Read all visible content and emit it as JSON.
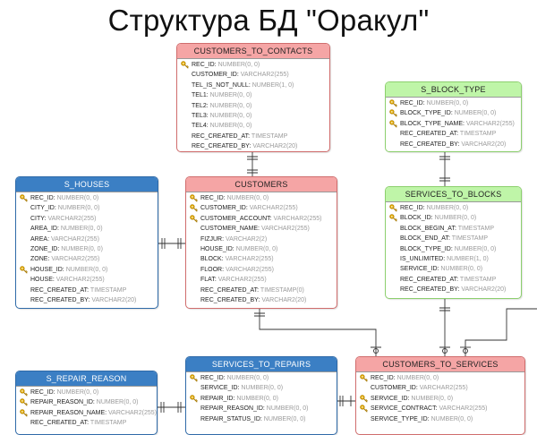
{
  "title": "Структура БД \"Оракул\"",
  "tables": [
    {
      "id": "customers_to_contacts",
      "name": "CUSTOMERS_TO_CONTACTS",
      "color": "pink",
      "columns": [
        {
          "name": "REC_ID",
          "type": "NUMBER(0, 0)",
          "pk": true
        },
        {
          "name": "CUSTOMER_ID",
          "type": "VARCHAR2(255)",
          "pk": false
        },
        {
          "name": "TEL_IS_NOT_NULL",
          "type": "NUMBER(1, 0)",
          "pk": false
        },
        {
          "name": "TEL1",
          "type": "NUMBER(0, 0)",
          "pk": false
        },
        {
          "name": "TEL2",
          "type": "NUMBER(0, 0)",
          "pk": false
        },
        {
          "name": "TEL3",
          "type": "NUMBER(0, 0)",
          "pk": false
        },
        {
          "name": "TEL4",
          "type": "NUMBER(0, 0)",
          "pk": false
        },
        {
          "name": "REC_CREATED_AT",
          "type": "TIMESTAMP",
          "pk": false
        },
        {
          "name": "REC_CREATED_BY",
          "type": "VARCHAR2(20)",
          "pk": false
        }
      ]
    },
    {
      "id": "s_block_type",
      "name": "S_BLOCK_TYPE",
      "color": "green",
      "columns": [
        {
          "name": "REC_ID",
          "type": "NUMBER(0, 0)",
          "pk": true
        },
        {
          "name": "BLOCK_TYPE_ID",
          "type": "NUMBER(0, 0)",
          "pk": true
        },
        {
          "name": "BLOCK_TYPE_NAME",
          "type": "VARCHAR2(255)",
          "pk": true
        },
        {
          "name": "REC_CREATED_AT",
          "type": "TIMESTAMP",
          "pk": false
        },
        {
          "name": "REC_CREATED_BY",
          "type": "VARCHAR2(20)",
          "pk": false
        }
      ]
    },
    {
      "id": "s_houses",
      "name": "S_HOUSES",
      "color": "blue",
      "columns": [
        {
          "name": "REC_ID",
          "type": "NUMBER(0, 0)",
          "pk": true
        },
        {
          "name": "CITY_ID",
          "type": "NUMBER(0, 0)",
          "pk": false
        },
        {
          "name": "CITY",
          "type": "VARCHAR2(255)",
          "pk": false
        },
        {
          "name": "AREA_ID",
          "type": "NUMBER(0, 0)",
          "pk": false
        },
        {
          "name": "AREA",
          "type": "VARCHAR2(255)",
          "pk": false
        },
        {
          "name": "ZONE_ID",
          "type": "NUMBER(0, 0)",
          "pk": false
        },
        {
          "name": "ZONE",
          "type": "VARCHAR2(255)",
          "pk": false
        },
        {
          "name": "HOUSE_ID",
          "type": "NUMBER(0, 0)",
          "pk": true
        },
        {
          "name": "HOUSE",
          "type": "VARCHAR2(255)",
          "pk": false
        },
        {
          "name": "REC_CREATED_AT",
          "type": "TIMESTAMP",
          "pk": false
        },
        {
          "name": "REC_CREATED_BY",
          "type": "VARCHAR2(20)",
          "pk": false
        }
      ]
    },
    {
      "id": "customers",
      "name": "CUSTOMERS",
      "color": "pink",
      "columns": [
        {
          "name": "REC_ID",
          "type": "NUMBER(0, 0)",
          "pk": true
        },
        {
          "name": "CUSTOMER_ID",
          "type": "VARCHAR2(255)",
          "pk": true
        },
        {
          "name": "CUSTOMER_ACCOUNT",
          "type": "VARCHAR2(255)",
          "pk": true
        },
        {
          "name": "CUSTOMER_NAME",
          "type": "VARCHAR2(255)",
          "pk": false
        },
        {
          "name": "FIZJUR",
          "type": "VARCHAR2(2)",
          "pk": false
        },
        {
          "name": "HOUSE_ID",
          "type": "NUMBER(0, 0)",
          "pk": false
        },
        {
          "name": "BLOCK",
          "type": "VARCHAR2(255)",
          "pk": false
        },
        {
          "name": "FLOOR",
          "type": "VARCHAR2(255)",
          "pk": false
        },
        {
          "name": "FLAT",
          "type": "VARCHAR2(255)",
          "pk": false
        },
        {
          "name": "REC_CREATED_AT",
          "type": "TIMESTAMP(0)",
          "pk": false
        },
        {
          "name": "REC_CREATED_BY",
          "type": "VARCHAR2(20)",
          "pk": false
        }
      ]
    },
    {
      "id": "services_to_blocks",
      "name": "SERVICES_TO_BLOCKS",
      "color": "green",
      "columns": [
        {
          "name": "REC_ID",
          "type": "NUMBER(0, 0)",
          "pk": true
        },
        {
          "name": "BLOCK_ID",
          "type": "NUMBER(0, 0)",
          "pk": true
        },
        {
          "name": "BLOCK_BEGIN_AT",
          "type": "TIMESTAMP",
          "pk": false
        },
        {
          "name": "BLOCK_END_AT",
          "type": "TIMESTAMP",
          "pk": false
        },
        {
          "name": "BLOCK_TYPE_ID",
          "type": "NUMBER(0, 0)",
          "pk": false
        },
        {
          "name": "IS_UNLIMITED",
          "type": "NUMBER(1, 0)",
          "pk": false
        },
        {
          "name": "SERVICE_ID",
          "type": "NUMBER(0, 0)",
          "pk": false
        },
        {
          "name": "REC_CREATED_AT",
          "type": "TIMESTAMP",
          "pk": false
        },
        {
          "name": "REC_CREATED_BY",
          "type": "VARCHAR2(20)",
          "pk": false
        }
      ]
    },
    {
      "id": "s_repair_reason",
      "name": "S_REPAIR_REASON",
      "color": "blue",
      "columns": [
        {
          "name": "REC_ID",
          "type": "NUMBER(0, 0)",
          "pk": true
        },
        {
          "name": "REPAIR_REASON_ID",
          "type": "NUMBER(0, 0)",
          "pk": true
        },
        {
          "name": "REPAIR_REASON_NAME",
          "type": "VARCHAR2(255)",
          "pk": true
        },
        {
          "name": "REC_CREATED_AT",
          "type": "TIMESTAMP",
          "pk": false
        }
      ]
    },
    {
      "id": "services_to_repairs",
      "name": "SERVICES_TO_REPAIRS",
      "color": "blue",
      "columns": [
        {
          "name": "REC_ID",
          "type": "NUMBER(0, 0)",
          "pk": true
        },
        {
          "name": "SERVICE_ID",
          "type": "NUMBER(0, 0)",
          "pk": false
        },
        {
          "name": "REPAIR_ID",
          "type": "NUMBER(0, 0)",
          "pk": true
        },
        {
          "name": "REPAIR_REASON_ID",
          "type": "NUMBER(0, 0)",
          "pk": false
        },
        {
          "name": "REPAIR_STATUS_ID",
          "type": "NUMBER(0, 0)",
          "pk": false
        }
      ]
    },
    {
      "id": "customers_to_services",
      "name": "CUSTOMERS_TO_SERVICES",
      "color": "pink",
      "columns": [
        {
          "name": "REC_ID",
          "type": "NUMBER(0, 0)",
          "pk": true
        },
        {
          "name": "CUSTOMER_ID",
          "type": "VARCHAR2(255)",
          "pk": false
        },
        {
          "name": "SERVICE_ID",
          "type": "NUMBER(0, 0)",
          "pk": true
        },
        {
          "name": "SERVICE_CONTRACT",
          "type": "VARCHAR2(255)",
          "pk": true
        },
        {
          "name": "SERVICE_TYPE_ID",
          "type": "NUMBER(0, 0)",
          "pk": false
        }
      ]
    }
  ],
  "colors": {
    "pink_header": "#f5a5a5",
    "blue_header": "#3b7fc4",
    "green_header": "#bff5a8",
    "line": "#333333",
    "key": "#e0a800"
  }
}
